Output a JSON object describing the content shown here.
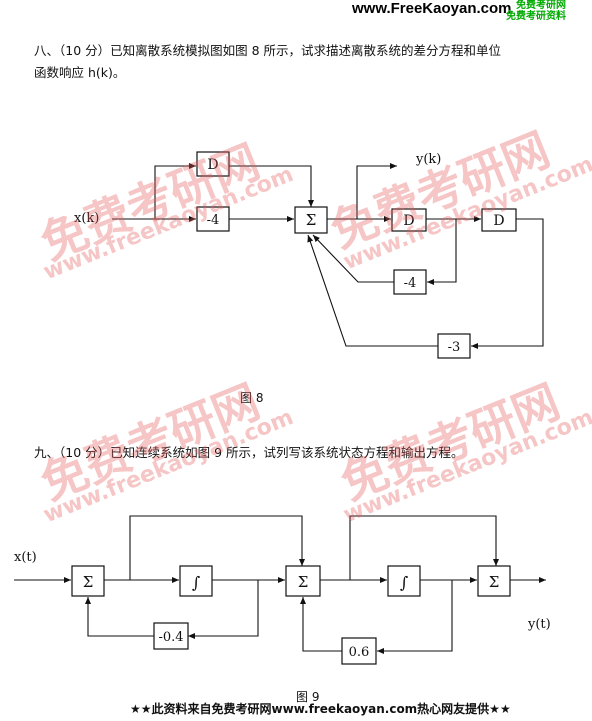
{
  "header": {
    "url": "www.FreeKaoyan.com",
    "badge_top": "免费考研网",
    "badge_bottom": "免费考研资料"
  },
  "q8": {
    "line1": "八、（10 分）已知离散系统模拟图如图 8 所示，试求描述离散系统的差分方程和单位",
    "line2": "函数响应 h(k)。",
    "figure_caption": "图 8",
    "labels": {
      "input": "x(k)",
      "output": "y(k)",
      "delay_top": "D",
      "gain_in": "-4",
      "sum": "Σ",
      "delay_1": "D",
      "delay_2": "D",
      "gain_fb1": "-4",
      "gain_fb2": "-3"
    }
  },
  "q9": {
    "line1": "九、（10 分）已知连续系统如图 9 所示，试列写该系统状态方程和输出方程。",
    "figure_caption": "图 9",
    "labels": {
      "input": "x(t)",
      "output": "y(t)",
      "sum_1": "Σ",
      "int_1": "∫",
      "sum_2": "Σ",
      "int_2": "∫",
      "sum_3": "Σ",
      "gain_1": "-0.4",
      "gain_2": "0.6"
    }
  },
  "watermark": {
    "cn": "免费考研网",
    "en": "www.freekaoyan.com"
  },
  "footer": "★★此资料来自免费考研网www.freekaoyan.com热心网友提供★★"
}
